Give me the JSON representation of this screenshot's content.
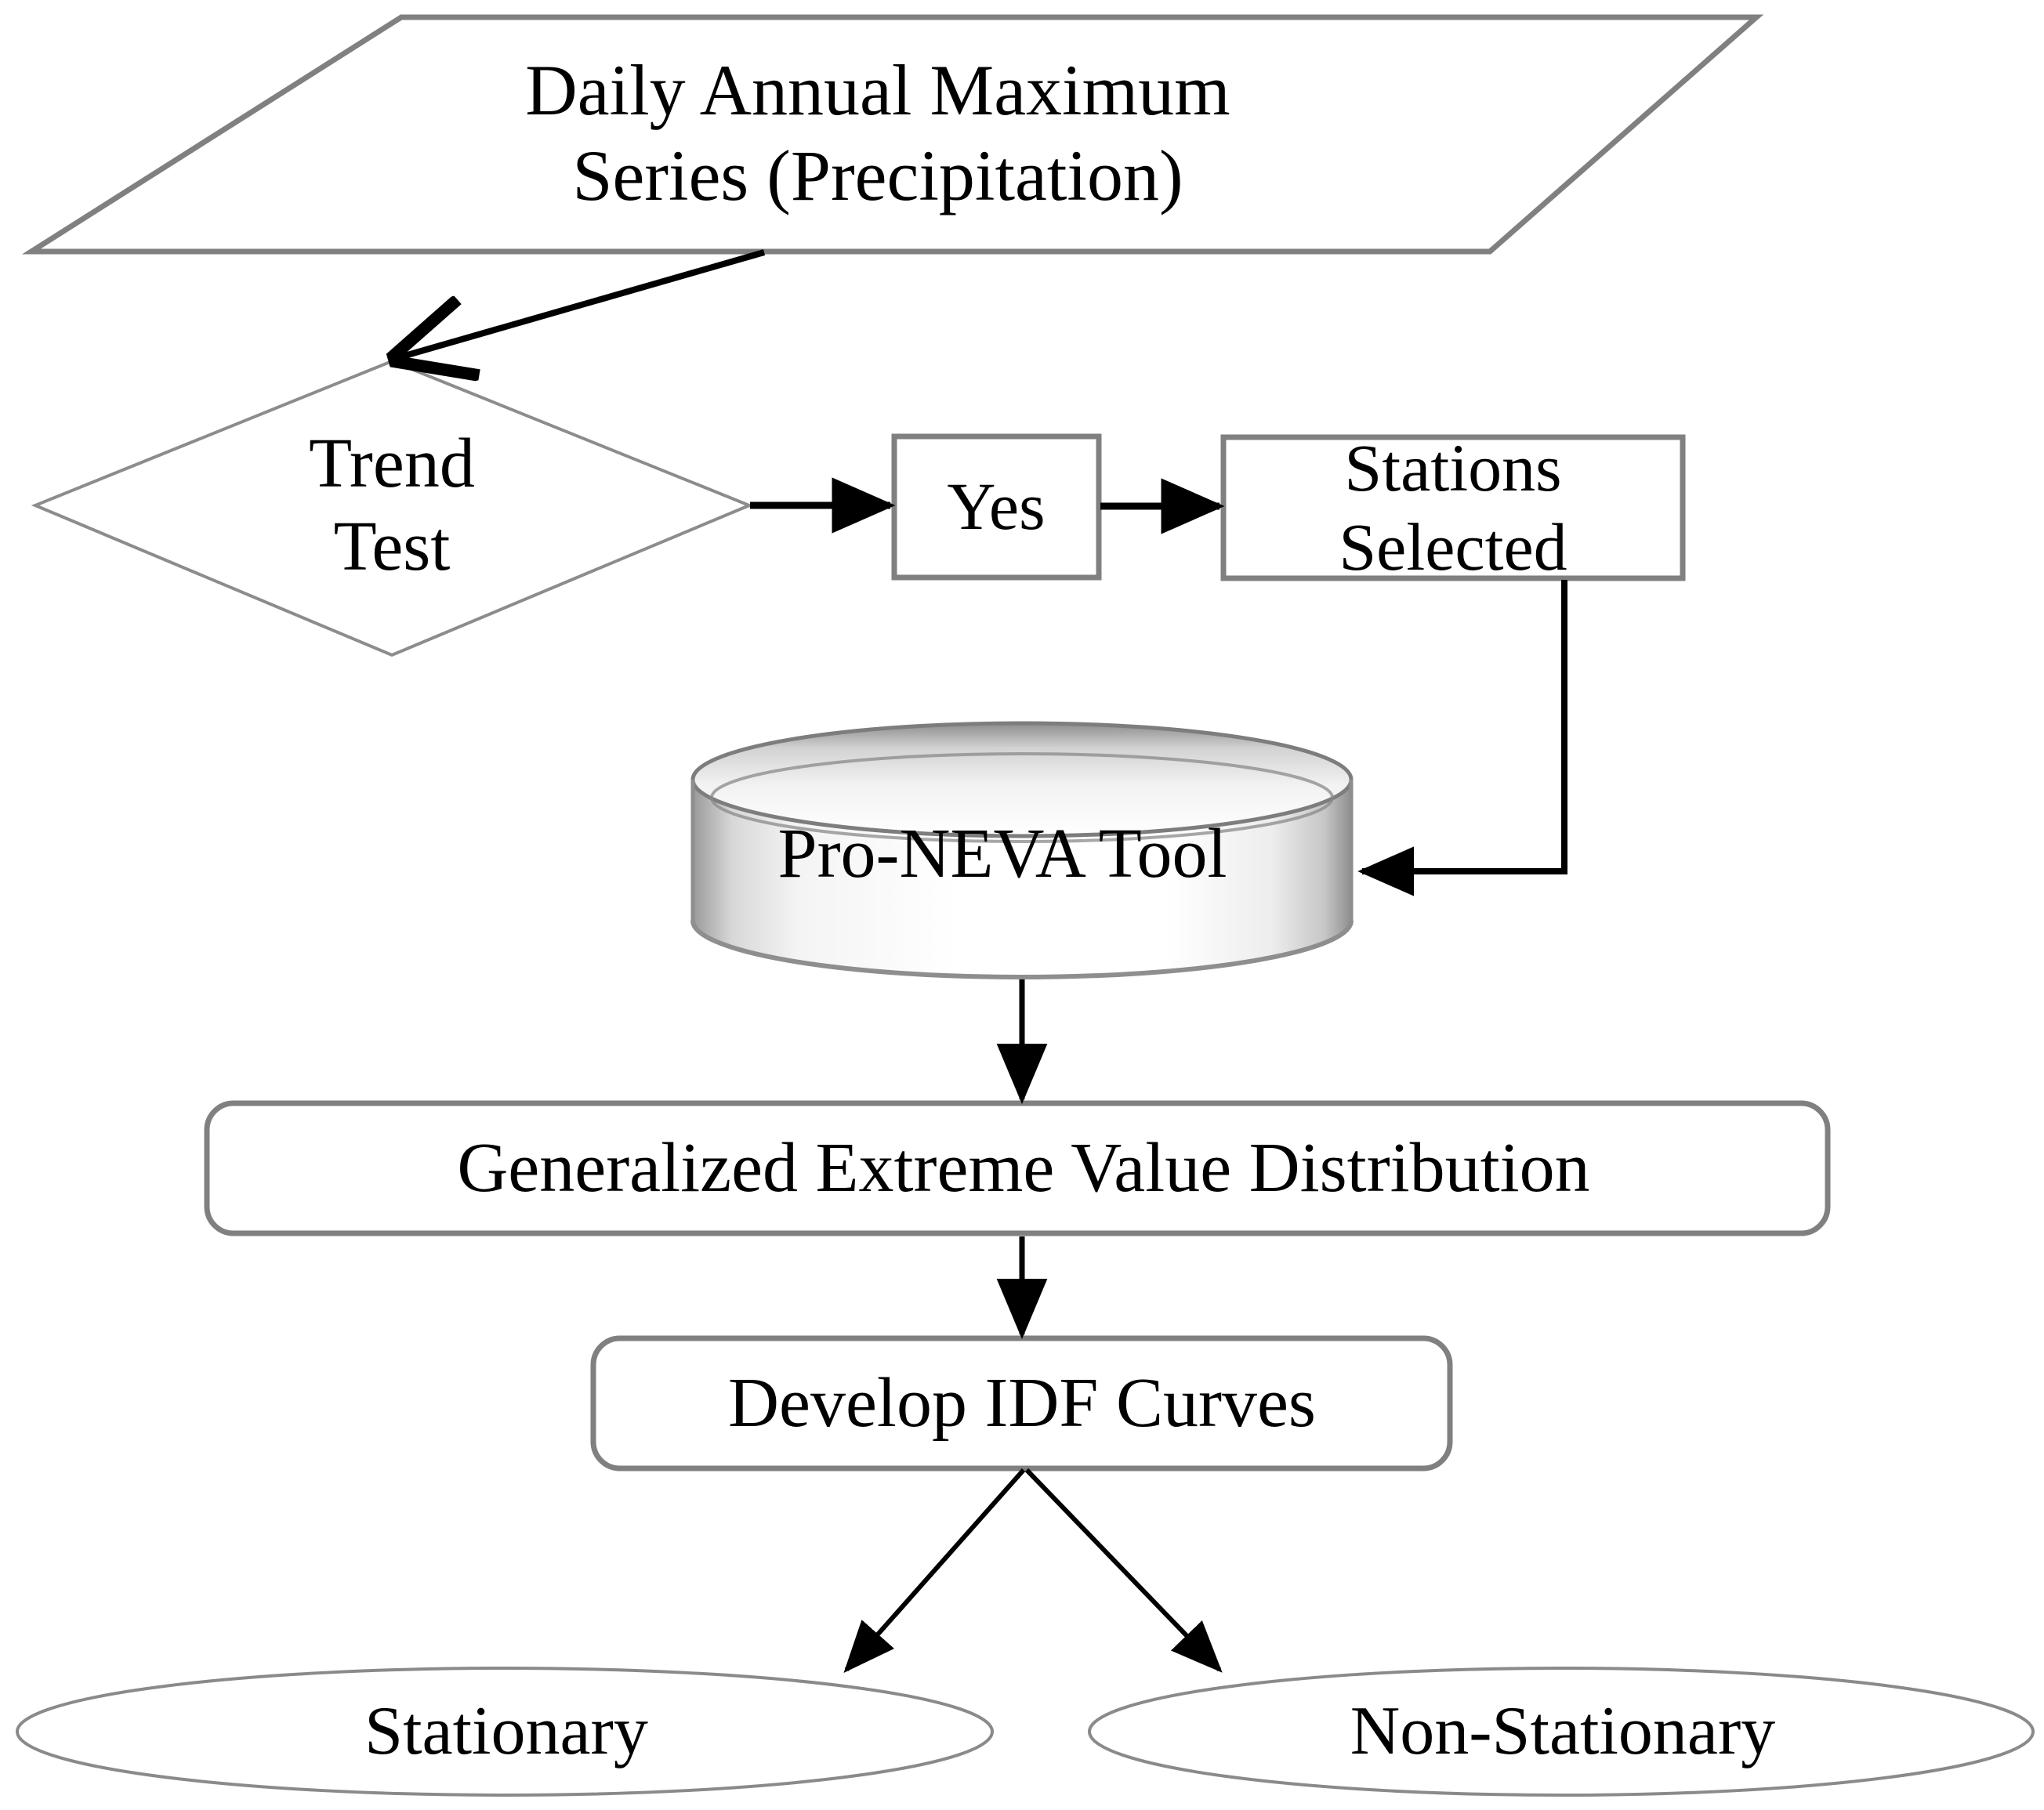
{
  "diagram": {
    "type": "flowchart",
    "title": "Pro-NEVA IDF curve development workflow",
    "colors": {
      "shape_stroke": "#808080",
      "connector_stroke": "#000000",
      "text": "#000000",
      "background": "#ffffff",
      "cylinder_shade_dark": "#9a9a9a",
      "cylinder_shade_light": "#ffffff"
    },
    "nodes": [
      {
        "id": "source",
        "shape": "parallelogram",
        "label": "Daily Annual Maximum\nSeries (Precipitation)"
      },
      {
        "id": "trend_test",
        "shape": "diamond",
        "label": "Trend\nTest"
      },
      {
        "id": "yes",
        "shape": "rectangle",
        "label": "Yes"
      },
      {
        "id": "stations_selected",
        "shape": "rectangle",
        "label": "Stations Selected"
      },
      {
        "id": "proneva_tool",
        "shape": "cylinder",
        "label": "Pro-NEVA Tool"
      },
      {
        "id": "gev",
        "shape": "rounded-rectangle",
        "label": "Generalized Extreme Value Distribution"
      },
      {
        "id": "idf",
        "shape": "rounded-rectangle",
        "label": "Develop IDF Curves"
      },
      {
        "id": "stationary",
        "shape": "ellipse",
        "label": "Stationary"
      },
      {
        "id": "non_stationary",
        "shape": "ellipse",
        "label": "Non-Stationary"
      }
    ],
    "edges": [
      {
        "from": "source",
        "to": "trend_test",
        "style": "diagonal-arrow",
        "label": ""
      },
      {
        "from": "trend_test",
        "to": "yes",
        "style": "straight-arrow",
        "label": ""
      },
      {
        "from": "yes",
        "to": "stations_selected",
        "style": "straight-arrow",
        "label": ""
      },
      {
        "from": "stations_selected",
        "to": "proneva_tool",
        "style": "elbow-arrow",
        "label": ""
      },
      {
        "from": "proneva_tool",
        "to": "gev",
        "style": "straight-arrow",
        "label": ""
      },
      {
        "from": "gev",
        "to": "idf",
        "style": "straight-arrow",
        "label": ""
      },
      {
        "from": "idf",
        "to": "stationary",
        "style": "diagonal-arrow",
        "label": ""
      },
      {
        "from": "idf",
        "to": "non_stationary",
        "style": "diagonal-arrow",
        "label": ""
      }
    ]
  }
}
